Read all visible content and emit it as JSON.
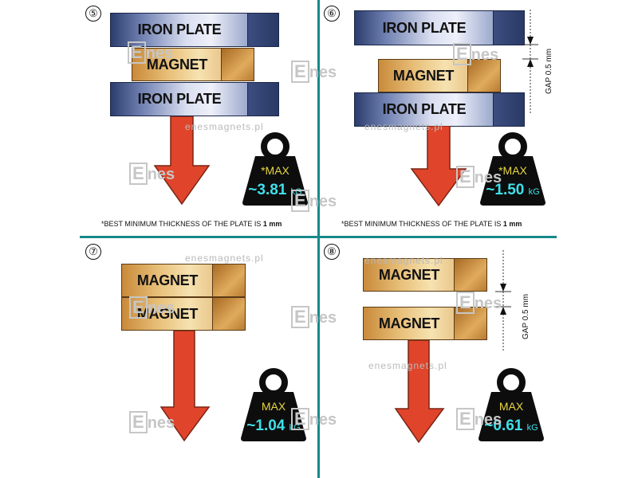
{
  "panels": [
    {
      "number": "⑤",
      "top_layer": "IRON PLATE",
      "middle_layer": "MAGNET",
      "bottom_layer": "IRON PLATE",
      "weight": {
        "max_label": "*MAX",
        "value": "~3.81",
        "unit": "kG"
      },
      "footnote": {
        "text": "*BEST MINIMUM THICKNESS OF THE PLATE IS ",
        "value": "1 mm"
      }
    },
    {
      "number": "⑥",
      "top_layer": "IRON PLATE",
      "middle_layer": "MAGNET",
      "bottom_layer": "IRON PLATE",
      "gap_label": "GAP  0.5 mm",
      "weight": {
        "max_label": "*MAX",
        "value": "~1.50",
        "unit": "kG"
      },
      "footnote": {
        "text": "*BEST MINIMUM THICKNESS OF THE PLATE IS ",
        "value": "1 mm"
      }
    },
    {
      "number": "⑦",
      "top_layer": "MAGNET",
      "bottom_layer": "MAGNET",
      "weight": {
        "max_label": "MAX",
        "value": "~1.04",
        "unit": "kG"
      }
    },
    {
      "number": "⑧",
      "top_layer": "MAGNET",
      "bottom_layer": "MAGNET",
      "gap_label": "GAP  0.5 mm",
      "weight": {
        "max_label": "MAX",
        "value": "~0.61",
        "unit": "kG"
      }
    }
  ],
  "watermarks": {
    "site": "enesmagnets.pl",
    "logo_letter": "E",
    "logo_rest": "nes"
  },
  "colors": {
    "divider": "#17898a",
    "arrow": "#e0452b",
    "weight": "#0d0d0d",
    "max_text": "#e6d640",
    "value_text": "#3fe0ea"
  }
}
